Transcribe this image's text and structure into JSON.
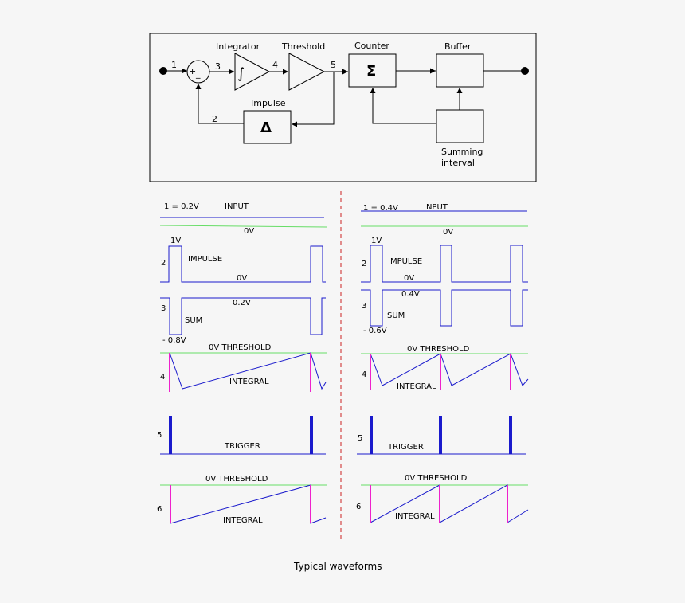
{
  "block_diagram": {
    "node_numbers": [
      "1",
      "2",
      "3",
      "4",
      "5"
    ],
    "integrator": {
      "title": "Integrator",
      "symbol": "∫"
    },
    "threshold": {
      "title": "Threshold"
    },
    "counter": {
      "title": "Counter",
      "symbol": "Σ"
    },
    "buffer": {
      "title": "Buffer"
    },
    "impulse": {
      "title": "Impulse",
      "symbol": "Δ"
    },
    "summing_interval": {
      "line1": "Summing",
      "line2": "interval"
    },
    "summer": {
      "plus": "+",
      "minus": "_"
    }
  },
  "waveforms": {
    "left": {
      "input_value": "1 = 0.2V",
      "input": "INPUT",
      "zero_input": "0V",
      "impulse_high": "1V",
      "impulse": "IMPULSE",
      "zero_impulse": "0V",
      "sum_high": "0.2V",
      "sum": "SUM",
      "sum_low": "- 0.8V",
      "threshold": "0V  THRESHOLD",
      "integral": "INTEGRAL",
      "trigger": "TRIGGER",
      "threshold2": "0V  THRESHOLD",
      "integral2": "INTEGRAL"
    },
    "right": {
      "input_value": "1 = 0.4V",
      "input": "INPUT",
      "zero_input": "0V",
      "impulse_high": "1V",
      "impulse": "IMPULSE",
      "zero_impulse": "0V",
      "sum_high": "0.4V",
      "sum": "SUM",
      "sum_low": "- 0.6V",
      "threshold": "0V  THRESHOLD",
      "integral": "INTEGRAL",
      "trigger": "TRIGGER",
      "threshold2": "0V  THRESHOLD",
      "integral2": "INTEGRAL"
    },
    "row_numbers": [
      "2",
      "3",
      "4",
      "5",
      "6"
    ]
  },
  "caption": "Typical waveforms",
  "colors": {
    "trace": "#1a1acc",
    "zero_line": "#66dd66",
    "reset": "#ee22cc",
    "divider": "#cc2222"
  }
}
